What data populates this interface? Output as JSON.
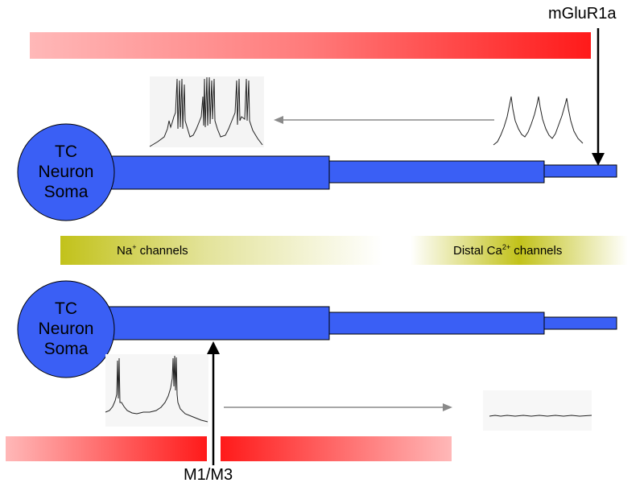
{
  "top_receptor_label": "mGluR1a",
  "bottom_receptor_label": "M1/M3",
  "soma_top": {
    "line1": "TC",
    "line2": "Neuron",
    "line3": "Soma"
  },
  "soma_bottom": {
    "line1": "TC",
    "line2": "Neuron",
    "line3": "Soma"
  },
  "channels": {
    "na_base": "Na",
    "na_sup": "+",
    "na_rest": " channels",
    "ca_base": "Distal Ca",
    "ca_sup": "2+",
    "ca_rest": " channels"
  },
  "colors": {
    "neuron_fill": "#3a5ff5",
    "gradient_red": "#ff1a1a",
    "gradient_pink": "#ffb8b8",
    "channel_olive": "#c2c21a",
    "trace_arrow": "#8a8a8a"
  }
}
